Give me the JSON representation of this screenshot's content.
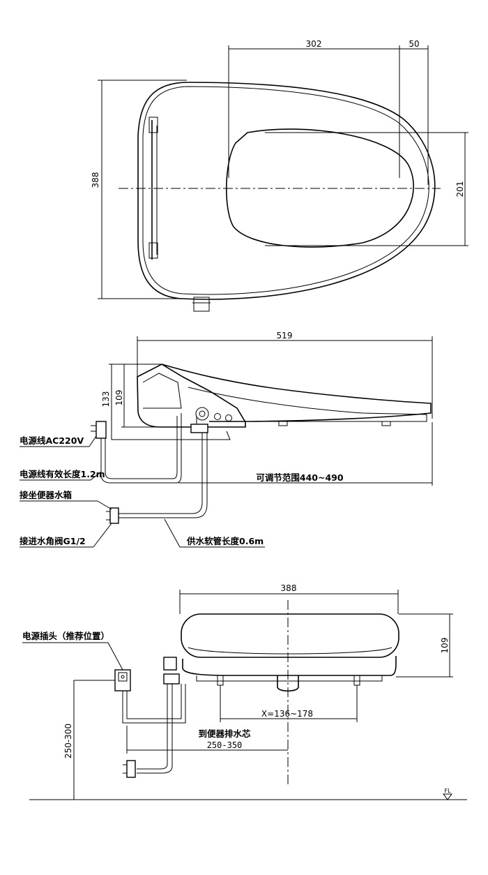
{
  "top_view": {
    "dim_width_total": "302",
    "dim_width_extra": "50",
    "dim_depth": "388",
    "dim_opening": "201"
  },
  "side_view": {
    "dim_length": "519",
    "dim_height_total": "133",
    "dim_height_body": "109",
    "label_power_cord": "电源线AC220V",
    "label_cord_length": "电源线有效长度1.2m",
    "label_adjust_range": "可调节范围440~490",
    "label_tank": "接坐便器水箱",
    "label_inlet_valve": "接进水角阀G1/2",
    "label_hose": "供水软管长度0.6m"
  },
  "front_view": {
    "dim_width": "388",
    "dim_height": "109",
    "label_plug": "电源插头（推荐位置）",
    "dim_plug_height": "250-300",
    "label_x_range": "X=136~178",
    "label_drain": "到便器排水芯",
    "dim_drain": "250-350",
    "label_floor": "FL"
  }
}
